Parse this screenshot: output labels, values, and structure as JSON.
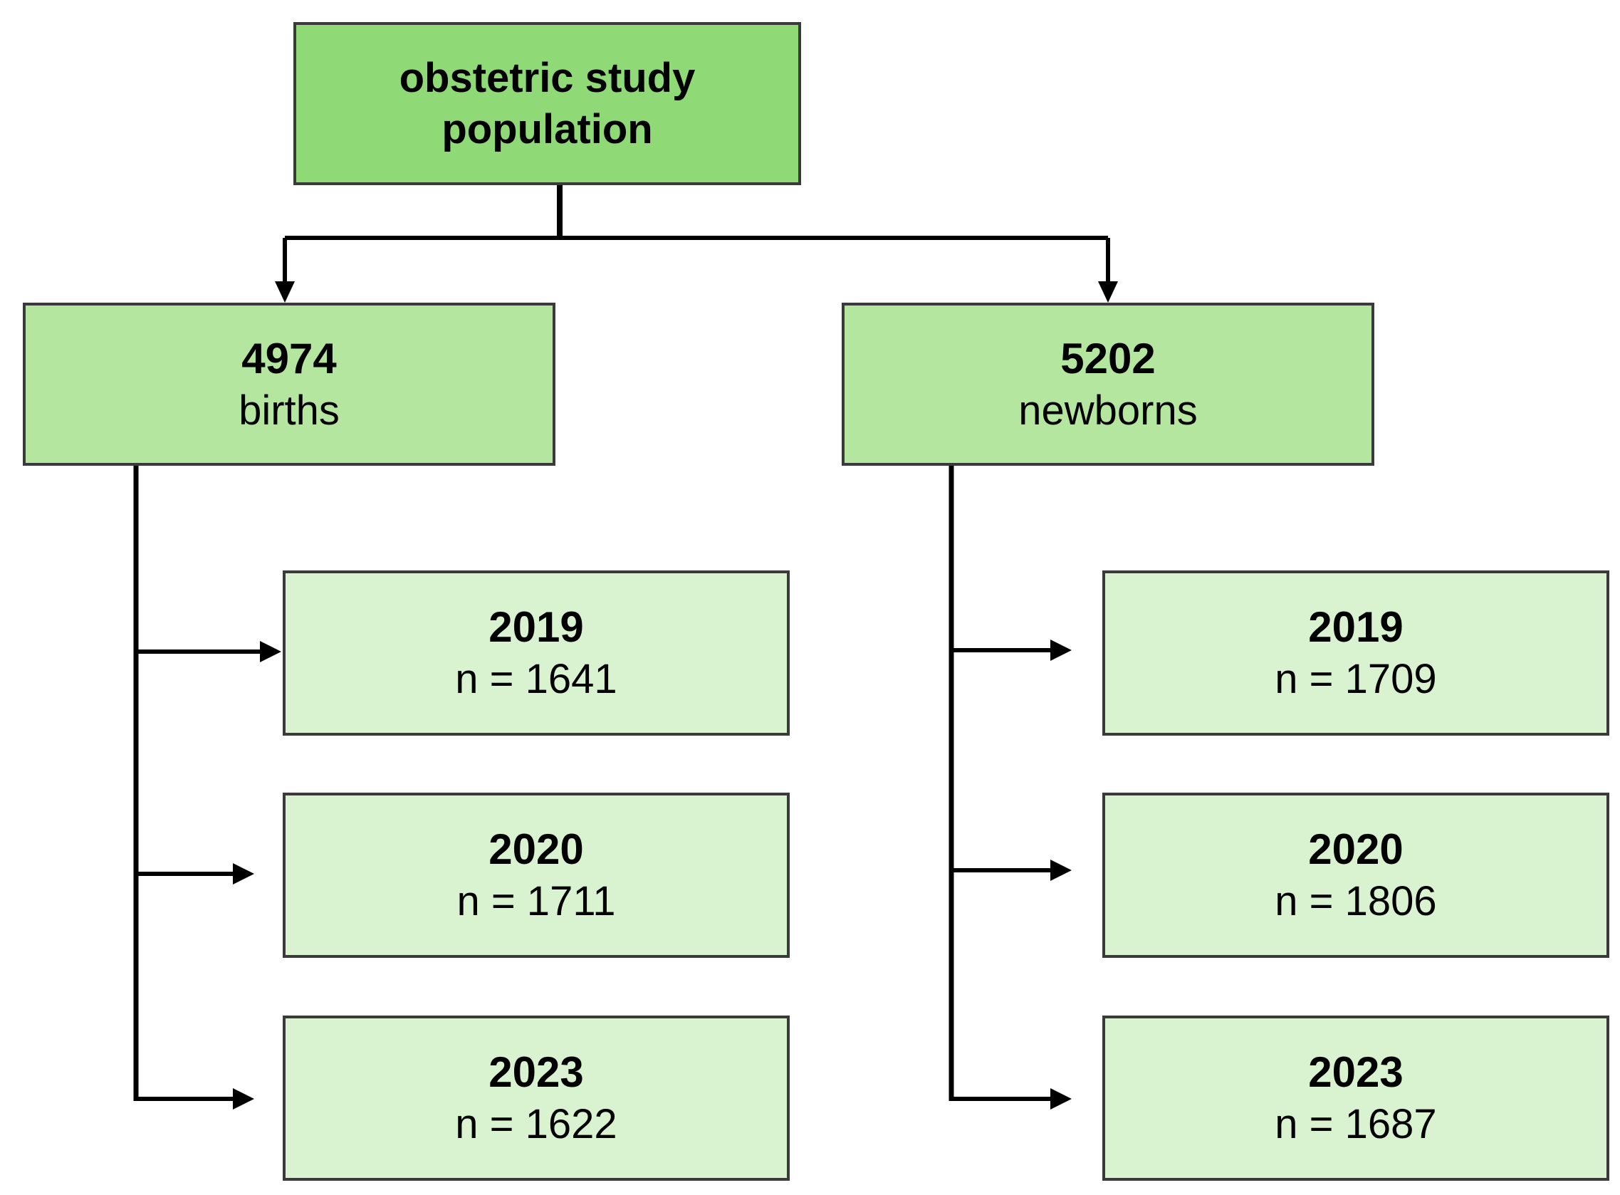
{
  "root": {
    "title": "obstetric study population"
  },
  "births": {
    "count": "4974",
    "label": "births",
    "years": [
      {
        "year": "2019",
        "n": "n = 1641"
      },
      {
        "year": "2020",
        "n": "n = 1711"
      },
      {
        "year": "2023",
        "n": "n = 1622"
      }
    ]
  },
  "newborns": {
    "count": "5202",
    "label": "newborns",
    "years": [
      {
        "year": "2019",
        "n": "n = 1709"
      },
      {
        "year": "2020",
        "n": "n = 1806"
      },
      {
        "year": "2023",
        "n": "n = 1687"
      }
    ]
  },
  "colors": {
    "root_fill": "#8fd977",
    "mid_fill": "#b4e6a0",
    "leaf_fill": "#d9f2cf",
    "border": "#3a3a3a",
    "line": "#000000"
  }
}
